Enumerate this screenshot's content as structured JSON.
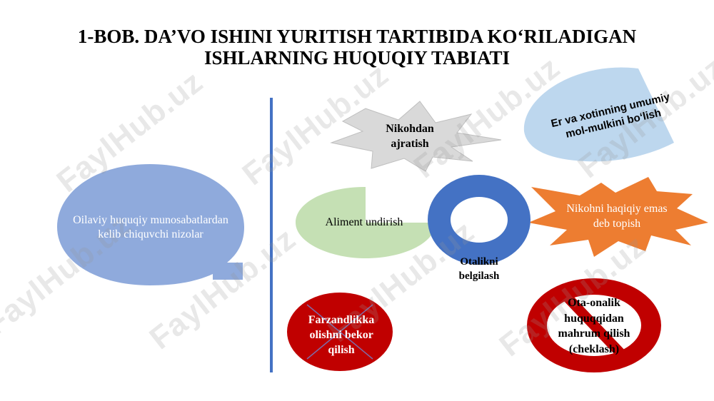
{
  "title": {
    "line1": "1-BOB. DA’VO ISHINI YURITISH TARTIBIDA KO‘RILADIGAN",
    "line2": "ISHLARNING HUQUQIY TABIATI"
  },
  "watermark": "FaylHub.uz",
  "main_callout": [
    "Oilaviy huquqiy",
    "munosabatlardan",
    "kelib chiquvchi",
    "nizolar"
  ],
  "items": {
    "nikohdan": [
      "Nikohdan",
      "ajratish"
    ],
    "mulk": [
      "Er va xotinning",
      "umumiy mol-mulkini",
      "bo‘lish"
    ],
    "aliment": [
      "Aliment undirish"
    ],
    "haqiqiy": [
      "Nikohni haqiqiy",
      "emas deb topish"
    ],
    "otalik": [
      "Otalikni",
      "belgilash"
    ],
    "farzand": [
      "Farzandlikka",
      "olishni bekor",
      "qilish"
    ],
    "otaona": [
      "Ota-onalik",
      "huquqqidan",
      "mahrum",
      "qilish",
      "(cheklash)"
    ]
  },
  "colors": {
    "callout": "#8faadc",
    "divider": "#4472c4",
    "explosion_gray": "#d9d9d9",
    "chord_blue": "#bdd7ee",
    "pie_green": "#c5e0b4",
    "explosion_orange": "#ed7d31",
    "donut_blue": "#4472c4",
    "red": "#c00000"
  }
}
